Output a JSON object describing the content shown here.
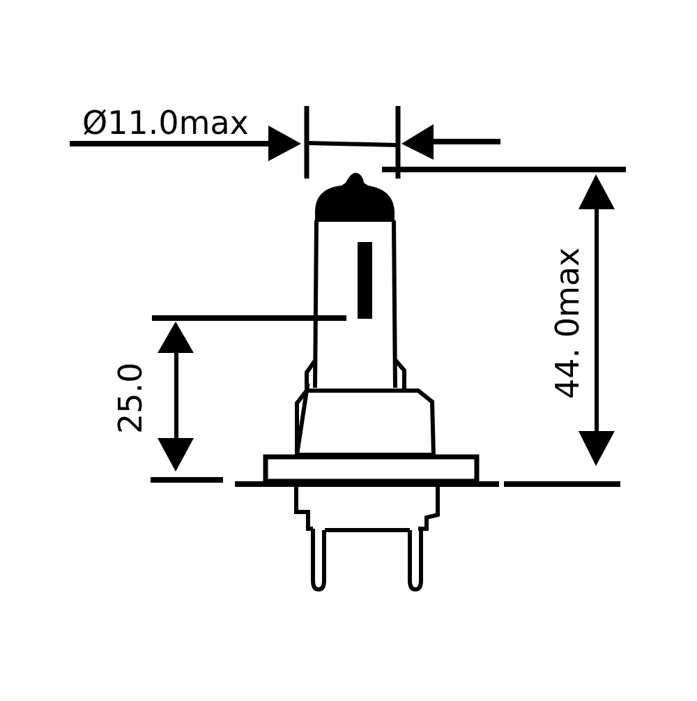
{
  "diagram": {
    "subject": "H7 halogen bulb dimension drawing",
    "colors": {
      "line": "#000000",
      "background": "#ffffff"
    },
    "dimensions": {
      "diameter": {
        "label": "Ø11.0max",
        "orientation": "horizontal"
      },
      "overall_height": {
        "label": "44. 0max",
        "orientation": "vertical"
      },
      "light_center_height": {
        "label": "25.0",
        "orientation": "vertical"
      }
    }
  }
}
